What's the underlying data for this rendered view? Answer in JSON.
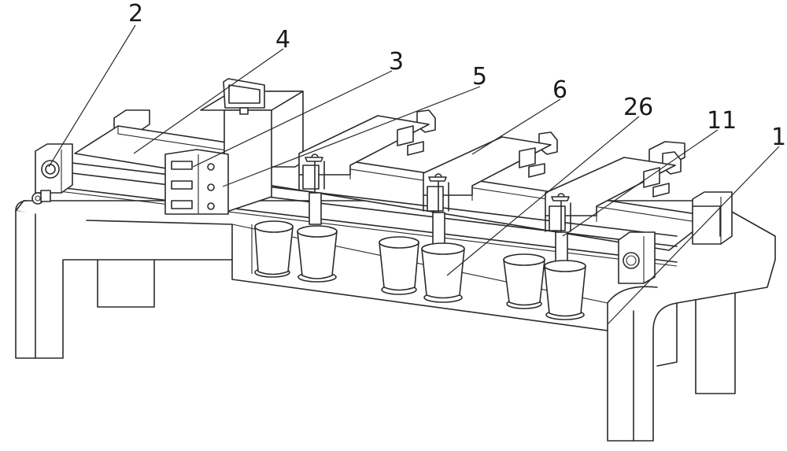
{
  "callouts": [
    {
      "id": "c2",
      "text": "2"
    },
    {
      "id": "c4",
      "text": "4"
    },
    {
      "id": "c3",
      "text": "3"
    },
    {
      "id": "c5",
      "text": "5"
    },
    {
      "id": "c6",
      "text": "6"
    },
    {
      "id": "c26",
      "text": "26"
    },
    {
      "id": "c11",
      "text": "11"
    },
    {
      "id": "c1",
      "text": "1"
    }
  ]
}
